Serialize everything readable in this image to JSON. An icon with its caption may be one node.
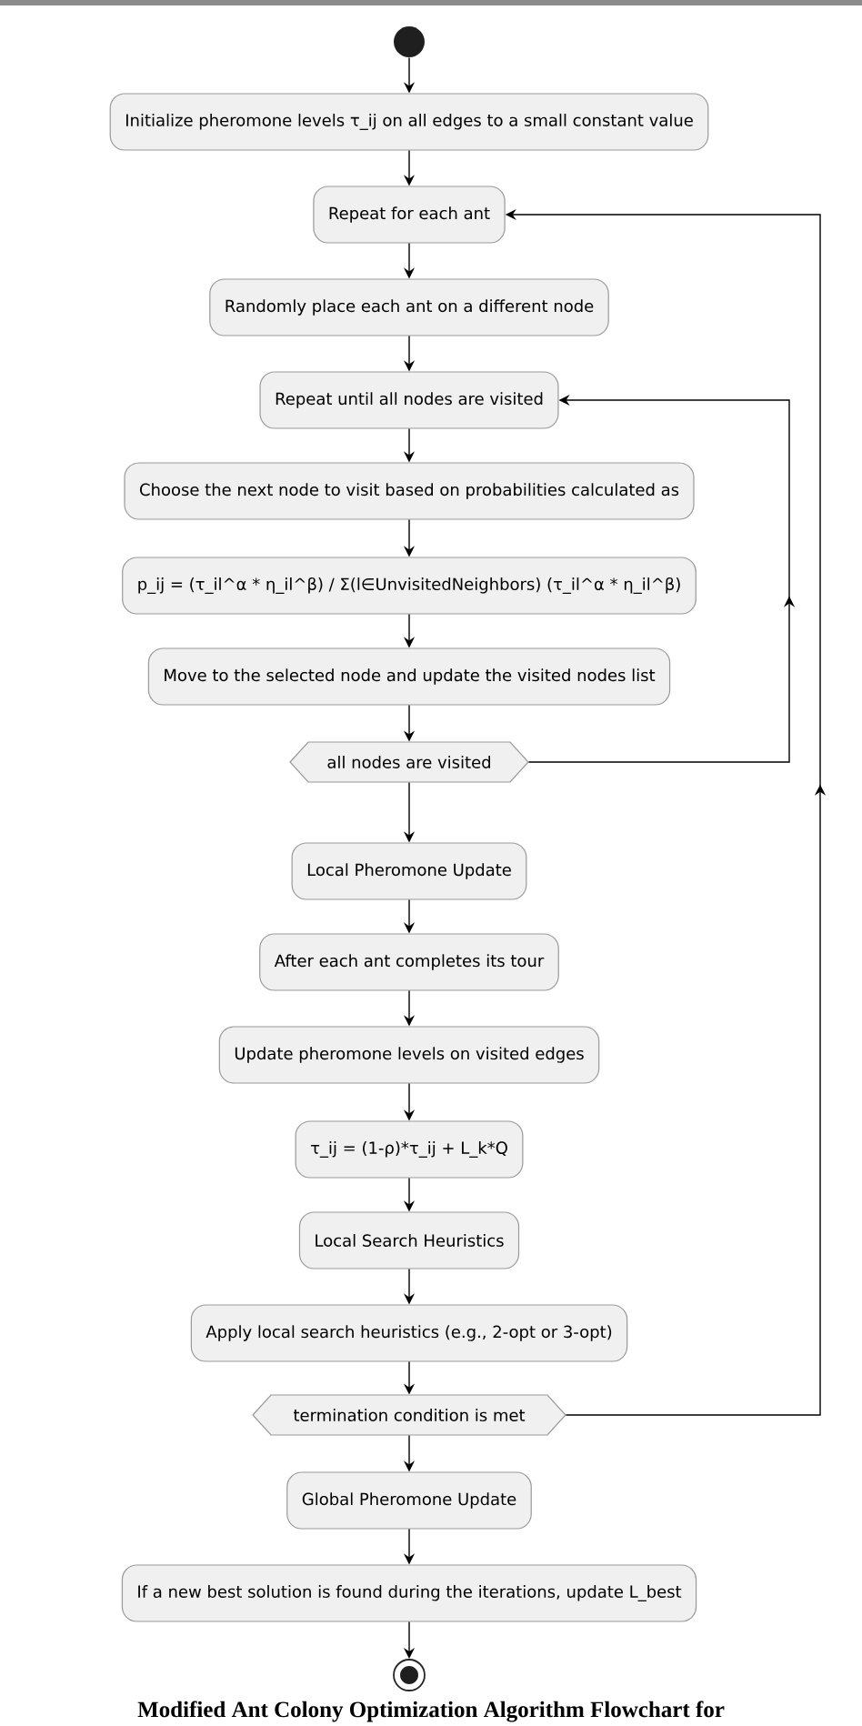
{
  "diagram": {
    "caption": "Modified Ant Colony Optimization Algorithm Flowchart for",
    "nodes": [
      {
        "text": [],
        "shape": "circle"
      },
      {
        "text": [
          "Initialize pheromone levels τ_ij on all edges to a small constant value"
        ]
      },
      {
        "text": [
          "Repeat for each ant"
        ]
      },
      {
        "text": [
          "Randomly place each ant on a different node"
        ]
      },
      {
        "text": [
          "Repeat until all nodes are visited"
        ]
      },
      {
        "text": [
          "Choose the next node to visit based on probabilities calculated as"
        ]
      },
      {
        "text": [
          "p_ij = (τ_il^α * η_il^β) / Σ(l∈UnvisitedNeighbors) (τ_il^α * η_il^β)"
        ]
      },
      {
        "text": [
          "Move to the selected node and update the visited nodes list"
        ]
      },
      {
        "text": [
          "all nodes are visited"
        ]
      },
      {
        "text": [
          "Local Pheromone Update"
        ]
      },
      {
        "text": [
          "After each ant completes its tour"
        ]
      },
      {
        "text": [
          "Update pheromone levels on visited edges"
        ]
      },
      {
        "text": [
          "τ_ij = (1-ρ)*τ_ij + L_k*Q"
        ]
      },
      {
        "text": [
          "Local Search Heuristics"
        ]
      },
      {
        "text": [
          "Apply local search heuristics (e.g., 2-opt or 3-opt)"
        ]
      },
      {
        "text": [
          "termination condition is met"
        ]
      },
      {
        "text": [
          "Global Pheromone Update"
        ]
      },
      {
        "text": [
          "If a new best solution is found during the iterations, update L_best"
        ]
      },
      {
        "text": [],
        "shape": "circle"
      }
    ],
    "edges": [
      {
        "from": 0,
        "to": 1,
        "arrow": "to"
      },
      {
        "from": 1,
        "to": 2,
        "arrow": "to"
      },
      {
        "from": 2,
        "to": 3,
        "arrow": "to"
      },
      {
        "from": 3,
        "to": 4,
        "arrow": "to"
      },
      {
        "from": 4,
        "to": 5,
        "arrow": "to"
      },
      {
        "from": 5,
        "to": 6,
        "arrow": "to"
      },
      {
        "from": 6,
        "to": 7,
        "arrow": "to"
      },
      {
        "from": 7,
        "to": 8,
        "arrow": "to"
      },
      {
        "from": 8,
        "to": 9,
        "arrow": "to"
      },
      {
        "from": 9,
        "to": 10,
        "arrow": "to"
      },
      {
        "from": 10,
        "to": 11,
        "arrow": "to"
      },
      {
        "from": 11,
        "to": 12,
        "arrow": "to"
      },
      {
        "from": 12,
        "to": 13,
        "arrow": "to"
      },
      {
        "from": 13,
        "to": 14,
        "arrow": "to"
      },
      {
        "from": 14,
        "to": 15,
        "arrow": "to"
      },
      {
        "from": 15,
        "to": 16,
        "arrow": "to"
      },
      {
        "from": 16,
        "to": 17,
        "arrow": "to"
      },
      {
        "from": 17,
        "to": 18,
        "arrow": "to"
      },
      {
        "from": 8,
        "to": 4,
        "arrow": "to"
      },
      {
        "from": 15,
        "to": 2,
        "arrow": "to"
      }
    ]
  }
}
